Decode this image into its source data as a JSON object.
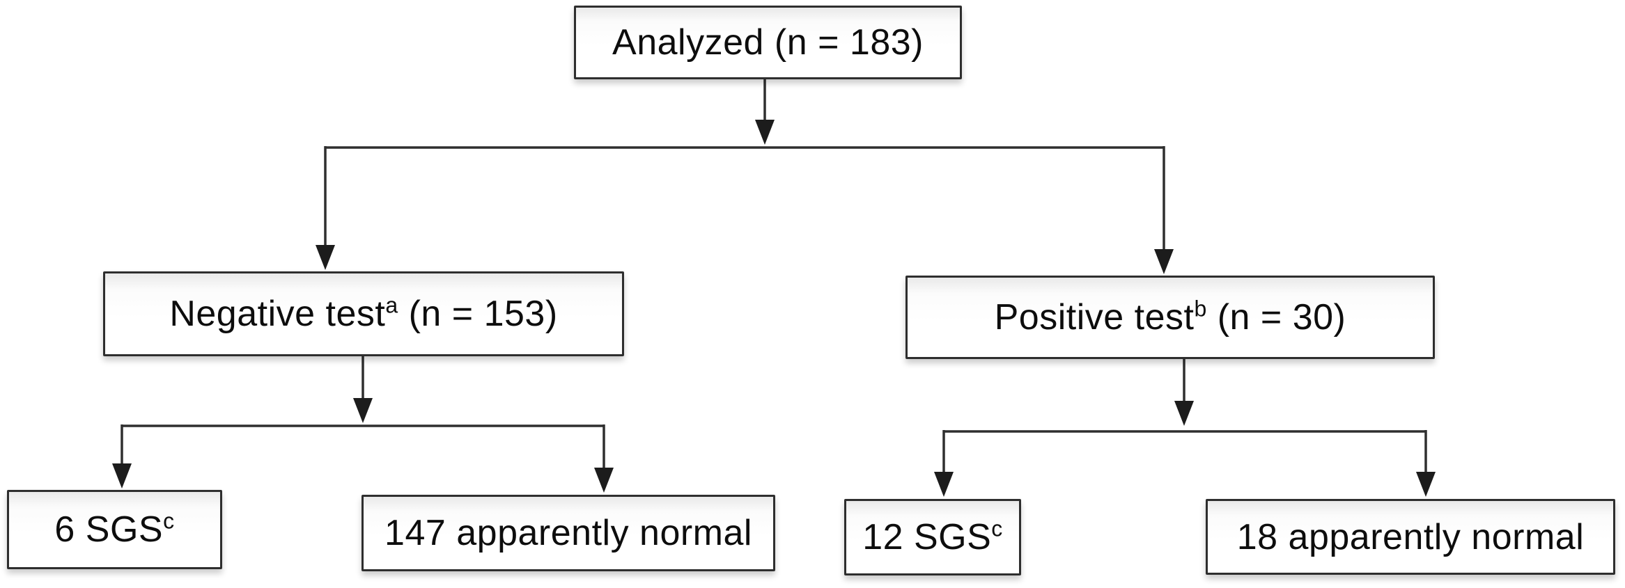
{
  "figure": {
    "type": "flowchart",
    "palette": {
      "background": "#ffffff",
      "line_color": "#2f2f2f",
      "box_border_color": "#2e2e2e",
      "arrowhead_color": "#1c1c1c",
      "text_color": "#0d0d0d"
    }
  },
  "nodes": {
    "analyzed": {
      "prefix": "Analyzed (n = 183)",
      "sup": "",
      "suffix": ""
    },
    "negative_test": {
      "prefix": "Negative test",
      "sup": "a",
      "suffix": " (n = 153)"
    },
    "positive_test": {
      "prefix": "Positive test",
      "sup": "b",
      "suffix": " (n = 30)"
    },
    "sgs_negative": {
      "prefix": "6 SGS",
      "sup": "c",
      "suffix": ""
    },
    "normal_negative": {
      "prefix": "147 apparently normal",
      "sup": "",
      "suffix": ""
    },
    "sgs_positive": {
      "prefix": "12 SGS",
      "sup": "c",
      "suffix": ""
    },
    "normal_positive": {
      "prefix": "18 apparently normal",
      "sup": "",
      "suffix": ""
    }
  },
  "edges": [
    {
      "from": "analyzed",
      "to": "negative_test"
    },
    {
      "from": "analyzed",
      "to": "positive_test"
    },
    {
      "from": "negative_test",
      "to": "sgs_negative"
    },
    {
      "from": "negative_test",
      "to": "normal_negative"
    },
    {
      "from": "positive_test",
      "to": "sgs_positive"
    },
    {
      "from": "positive_test",
      "to": "normal_positive"
    }
  ]
}
